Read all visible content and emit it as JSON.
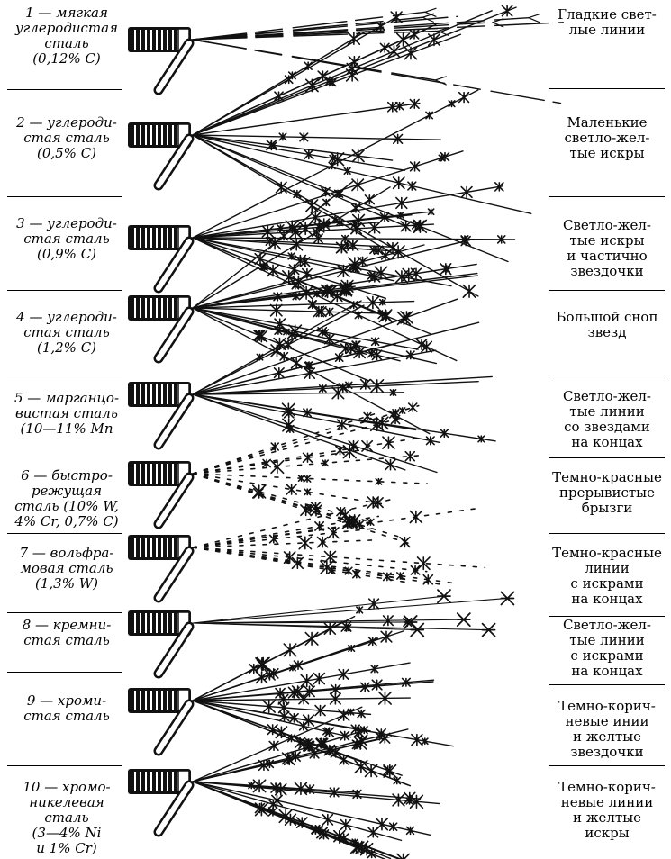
{
  "rows": [
    {
      "steel": "1 — мягкая\nуглеродистая\nсталь\n(0,12% C)",
      "spark": "Гладкие свет-\nлые линии",
      "pattern": "smooth-lines"
    },
    {
      "steel": "2 — углероди-\nстая сталь\n(0,5% C)",
      "spark": "Маленькие\nсветло-жел-\nтые искры",
      "pattern": "small-sparks"
    },
    {
      "steel": "3 — углероди-\nстая сталь\n(0,9% C)",
      "spark": "Светло-жел-\nтые искры\nи частично\nзвездочки",
      "pattern": "sparks-stars"
    },
    {
      "steel": "4 — углероди-\nстая сталь\n(1,2% C)",
      "spark": "Большой сноп\nзвезд",
      "pattern": "star-sheaf"
    },
    {
      "steel": "5 — марганцо-\nвистая сталь\n(10—11% Mn",
      "spark": "Светло-жел-\nтые линии\nсо звездами\nна концах",
      "pattern": "lines-stars"
    },
    {
      "steel": "6 — быстро-\nрежущая\nсталь (10% W,\n4% Cr, 0,7% C)",
      "spark": "Темно-красные\nпрерывистые\nбрызги",
      "pattern": "broken-spray"
    },
    {
      "steel": "7 — вольфра-\nмовая сталь\n(1,3% W)",
      "spark": "Темно-красные\nлинии\nс искрами\nна концах",
      "pattern": "dark-lines-sparks"
    },
    {
      "steel": "8 — кремни-\nстая сталь",
      "spark": "Светло-жел-\nтые линии\nс искрами\nна концах",
      "pattern": "long-lines-forks"
    },
    {
      "steel": "9 — хроми-\nстая сталь",
      "spark": "Темно-корич-\nневые инии\nи желтые\nзвездочки",
      "pattern": "brown-stars"
    },
    {
      "steel": "10 — хромо-\nникелевая\nсталь\n(3—4% Ni\nи 1% Cr)",
      "spark": "Темно-корич-\nневые линии\nи желтые\nискры",
      "pattern": "brown-sparks"
    }
  ]
}
